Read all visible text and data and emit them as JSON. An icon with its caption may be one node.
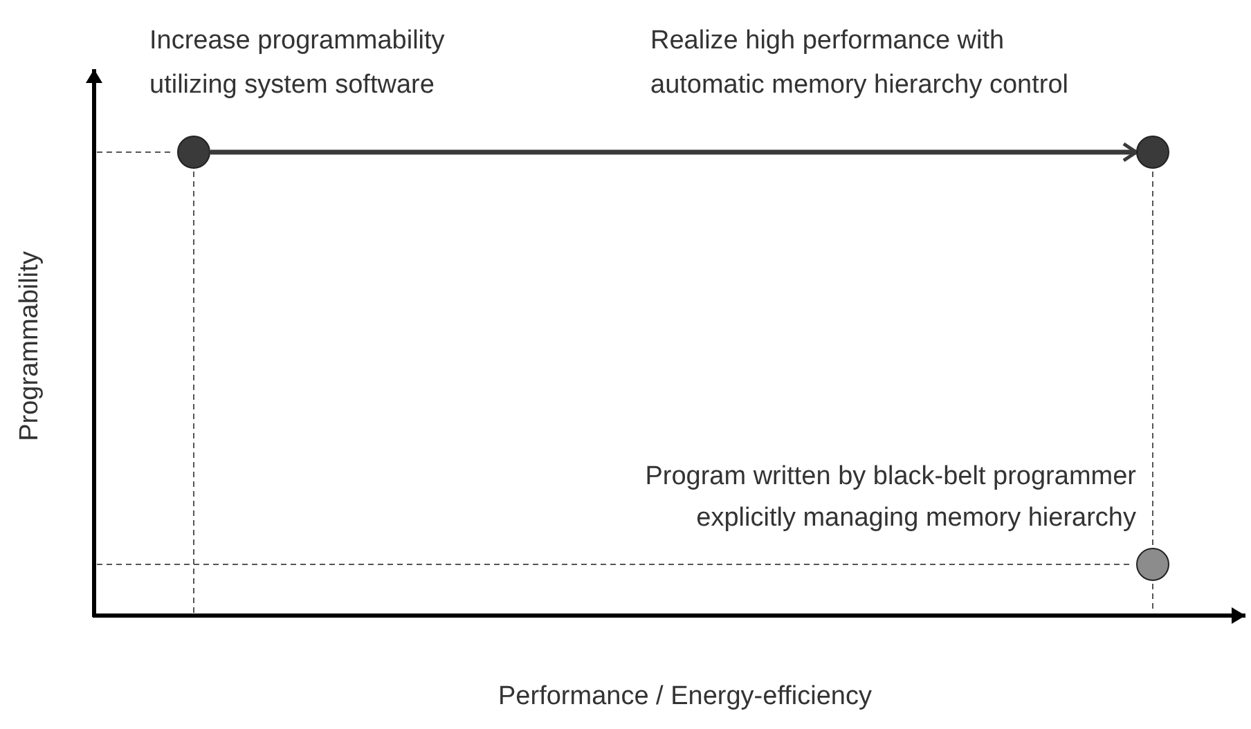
{
  "diagram": {
    "nodes": [
      {
        "text": [],
        "shape": "circle",
        "beside": [
          "Increase programmability utilizing system software"
        ]
      },
      {
        "text": [],
        "shape": "circle",
        "beside": [
          "Realize high performance with automatic memory hierarchy control"
        ]
      },
      {
        "text": [],
        "shape": "circle",
        "beside": [
          "Program written by black-belt programmer explicitly managing memory hierarchy"
        ]
      }
    ],
    "edges": [
      {
        "from": 0,
        "to": 1,
        "arrow": "to"
      }
    ],
    "labels": [
      "Programmability",
      "Performance / Energy-efficiency"
    ]
  }
}
